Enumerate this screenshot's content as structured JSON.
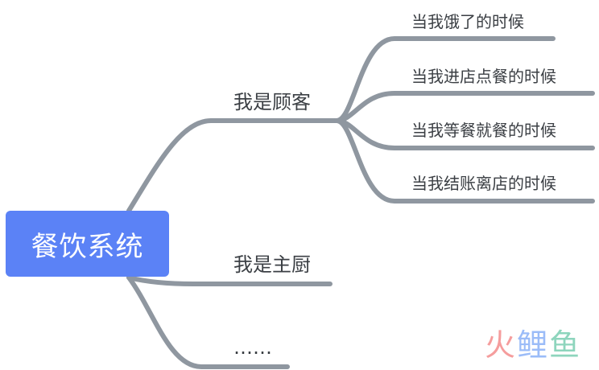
{
  "mindmap": {
    "root": "餐饮系统",
    "branches": [
      {
        "label": "我是顾客",
        "children": [
          "当我饿了的时候",
          "当我进店点餐的时候",
          "当我等餐就餐的时候",
          "当我结账离店的时候"
        ]
      },
      {
        "label": "我是主厨",
        "children": []
      },
      {
        "label": "……",
        "children": []
      }
    ]
  },
  "watermark": {
    "char1": "火",
    "char2": "鲤",
    "char3": "鱼"
  }
}
